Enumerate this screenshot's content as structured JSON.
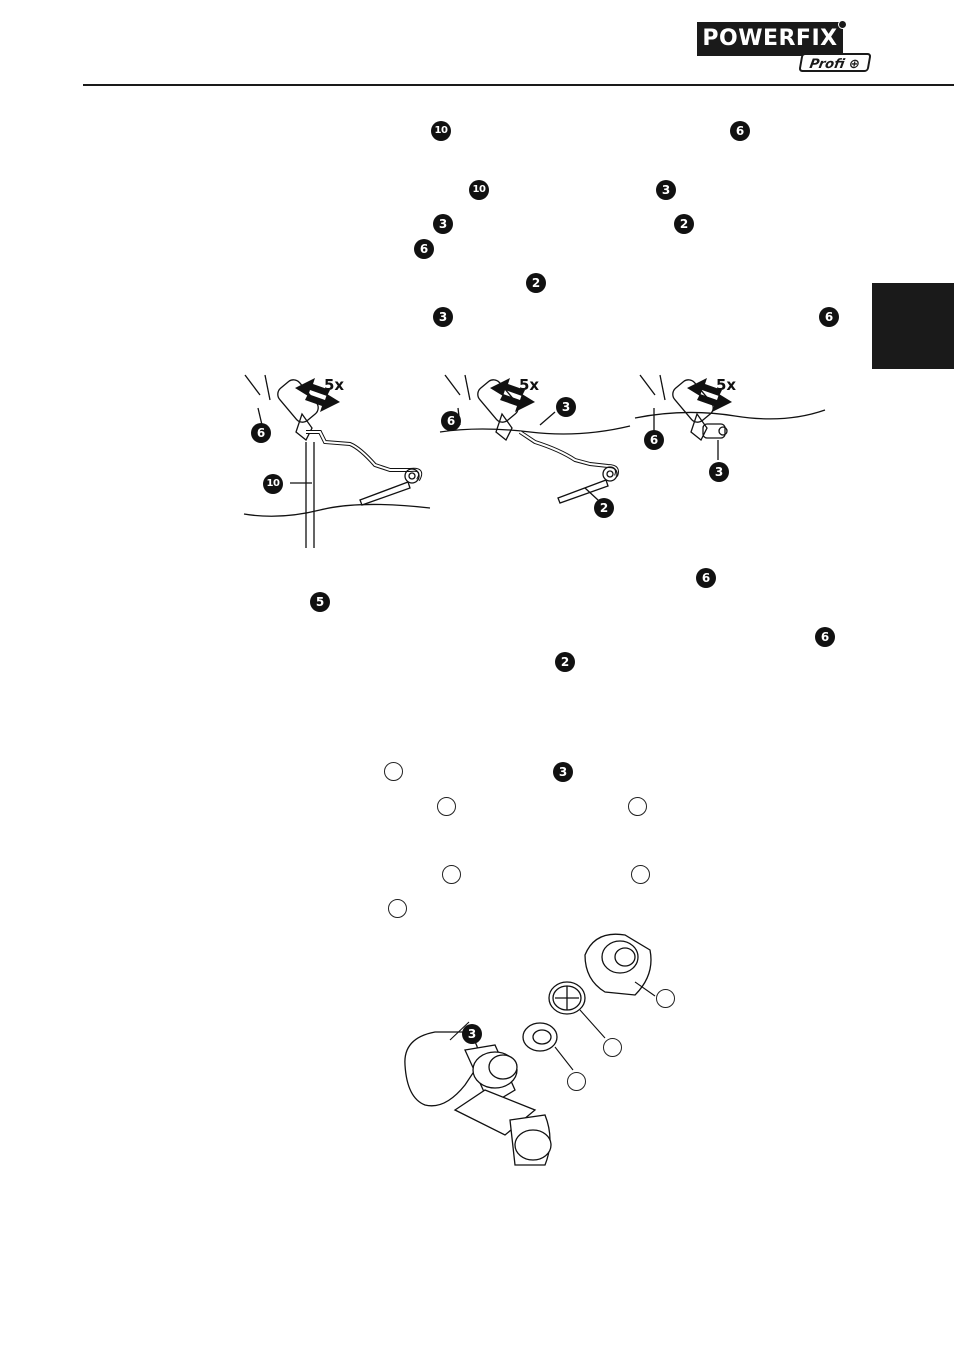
{
  "brand": {
    "name": "POWERFIX",
    "sub": "Profi"
  },
  "inline_badges": [
    {
      "id": "t1a",
      "label": "10"
    },
    {
      "id": "t1b",
      "label": "6"
    },
    {
      "id": "t2a",
      "label": "10"
    },
    {
      "id": "t2b",
      "label": "3"
    },
    {
      "id": "t3a",
      "label": "3"
    },
    {
      "id": "t3b",
      "label": "2"
    },
    {
      "id": "t3c",
      "label": "6"
    },
    {
      "id": "t4a",
      "label": "2"
    },
    {
      "id": "t5a",
      "label": "3"
    },
    {
      "id": "t5b",
      "label": "6"
    },
    {
      "id": "t6a",
      "label": "6"
    },
    {
      "id": "t6b",
      "label": "5"
    },
    {
      "id": "t7a",
      "label": "6"
    },
    {
      "id": "t7b",
      "label": "2"
    },
    {
      "id": "t8b",
      "label": "3"
    }
  ],
  "figure1": {
    "repeat_label": "5x",
    "panel_a": {
      "badge_top": "6",
      "badge_rod": "10"
    },
    "panel_b": {
      "badge_top": "6",
      "badge_valve": "3",
      "badge_tube": "2"
    },
    "panel_c": {
      "badge_top": "6",
      "badge_valve": "3"
    }
  },
  "figure2": {
    "badge_valve": "3"
  }
}
